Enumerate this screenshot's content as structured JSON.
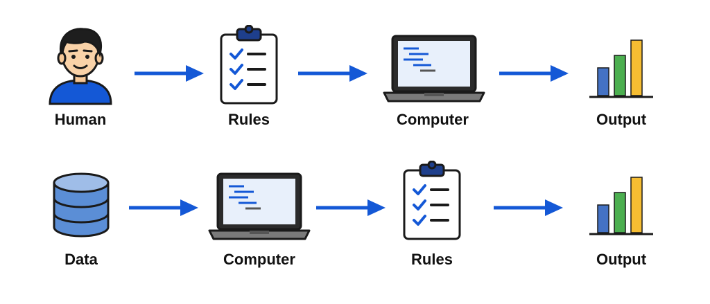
{
  "colors": {
    "accent": "#1458d6",
    "outline": "#1a1a1a",
    "bar_blue": "#4472c4",
    "bar_green": "#4caf50",
    "bar_yellow": "#f6bd32",
    "data_fill": "#5b8ed6",
    "screen": "#e8f0fb"
  },
  "rows": [
    {
      "nodes": [
        {
          "label": "Human",
          "icon": "person-icon"
        },
        {
          "label": "Rules",
          "icon": "clipboard-checklist-icon"
        },
        {
          "label": "Computer",
          "icon": "laptop-icon"
        },
        {
          "label": "Output",
          "icon": "bar-chart-icon"
        }
      ]
    },
    {
      "nodes": [
        {
          "label": "Data",
          "icon": "database-icon"
        },
        {
          "label": "Computer",
          "icon": "laptop-icon"
        },
        {
          "label": "Rules",
          "icon": "clipboard-checklist-icon"
        },
        {
          "label": "Output",
          "icon": "bar-chart-icon"
        }
      ]
    }
  ]
}
